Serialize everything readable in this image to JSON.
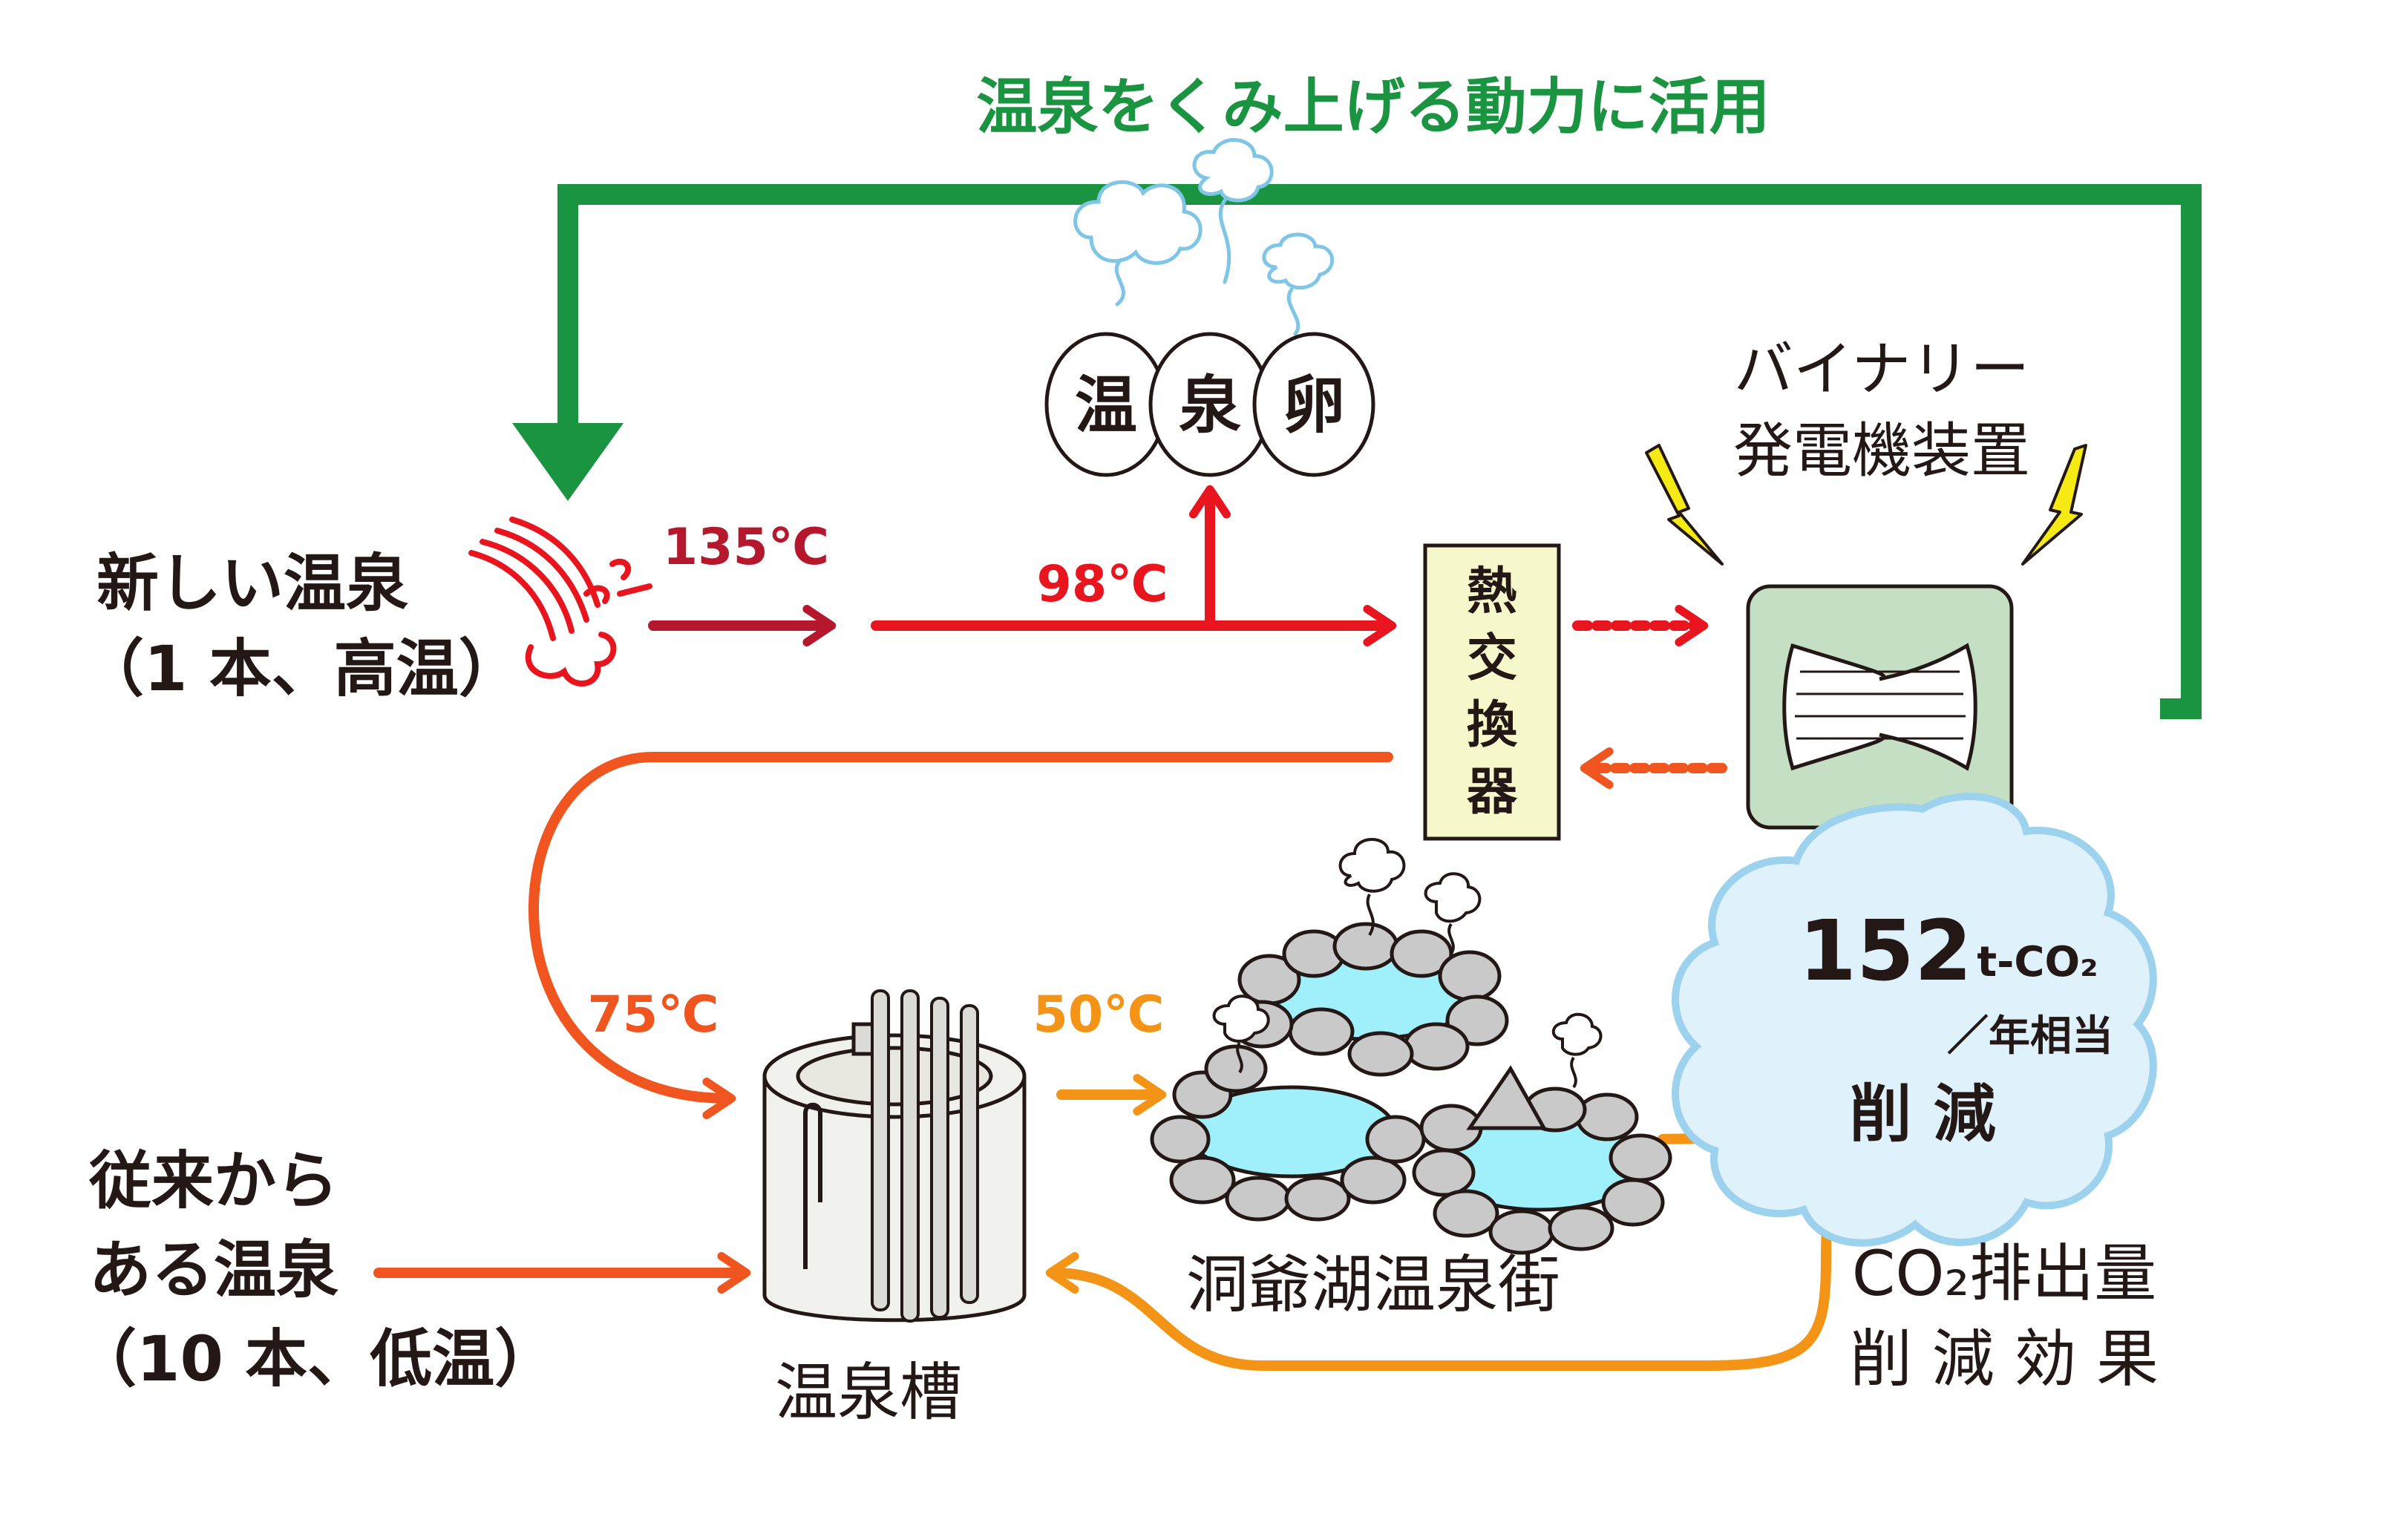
{
  "title": "温泉をくみ上げる動力に活用",
  "new_spring": {
    "line1": "新しい温泉",
    "line2": "（1 本、高温）"
  },
  "old_spring": {
    "line1": "従来から",
    "line2": "ある温泉",
    "line3": "（10 本、低温）"
  },
  "temps": {
    "t135": "135℃",
    "t98": "98℃",
    "t75": "75℃",
    "t50": "50℃"
  },
  "eggs": [
    "温",
    "泉",
    "卵"
  ],
  "heat_exchanger": [
    "熱",
    "交",
    "換",
    "器"
  ],
  "binary": {
    "line1": "バイナリー",
    "line2": "発電機装置"
  },
  "tank_label": "温泉槽",
  "town_label": "洞爺湖温泉街",
  "cloud": {
    "value": "152",
    "unit": "t-CO₂",
    "per": "／年相当",
    "action": "削 減"
  },
  "co2_effect": {
    "line1": "CO₂排出量",
    "line2": "削 減 効 果"
  },
  "colors": {
    "green": "#1a9440",
    "hot_red": "#e8141e",
    "dark_red": "#b5182c",
    "orange_red": "#f0551f",
    "orange": "#f39416",
    "exchanger_fill": "#f6f8cc",
    "generator_fill": "#c4dfc4",
    "cloud_fill": "#dff1fb",
    "cloud_stroke": "#9cd2ee",
    "water": "#9ff0fa",
    "rock": "#c9c9c9"
  }
}
